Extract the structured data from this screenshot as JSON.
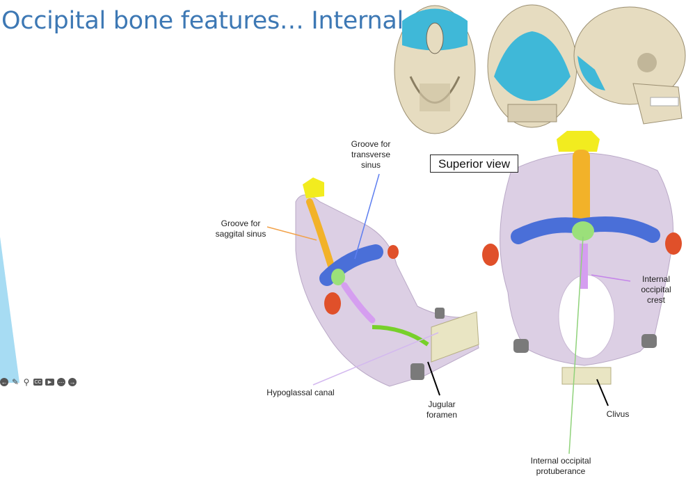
{
  "slide": {
    "title": "Occipital bone features… Internal",
    "view_label": "Superior view"
  },
  "labels": {
    "transverse_sinus": "Groove for\ntransverse\nsinus",
    "saggital_sinus": "Groove for\nsaggital sinus",
    "hypoglossal_canal": "Hypoglassal canal",
    "jugular_foramen": "Jugular\nforamen",
    "internal_occipital_crest": "Internal\noccipital\ncrest",
    "clivus": "Clivus",
    "internal_occipital_protuberance": "Internal occipital\nprotuberance"
  },
  "toolbar": {
    "icons": [
      "back-icon",
      "pen-icon",
      "zoom-icon",
      "captions-icon",
      "video-icon",
      "more-icon",
      "forward-icon"
    ],
    "captions_text": "CC"
  },
  "colors": {
    "title": "#3d78b4",
    "bone": "#dccfe4",
    "saggital_groove": "#f2b229",
    "transverse_groove": "#4a6fd8",
    "protuberance": "#9be07a",
    "crest": "#d59ef0",
    "tip": "#f2ec1f",
    "condyle": "#e0502a",
    "skull_highlight": "#3fb8d8"
  }
}
